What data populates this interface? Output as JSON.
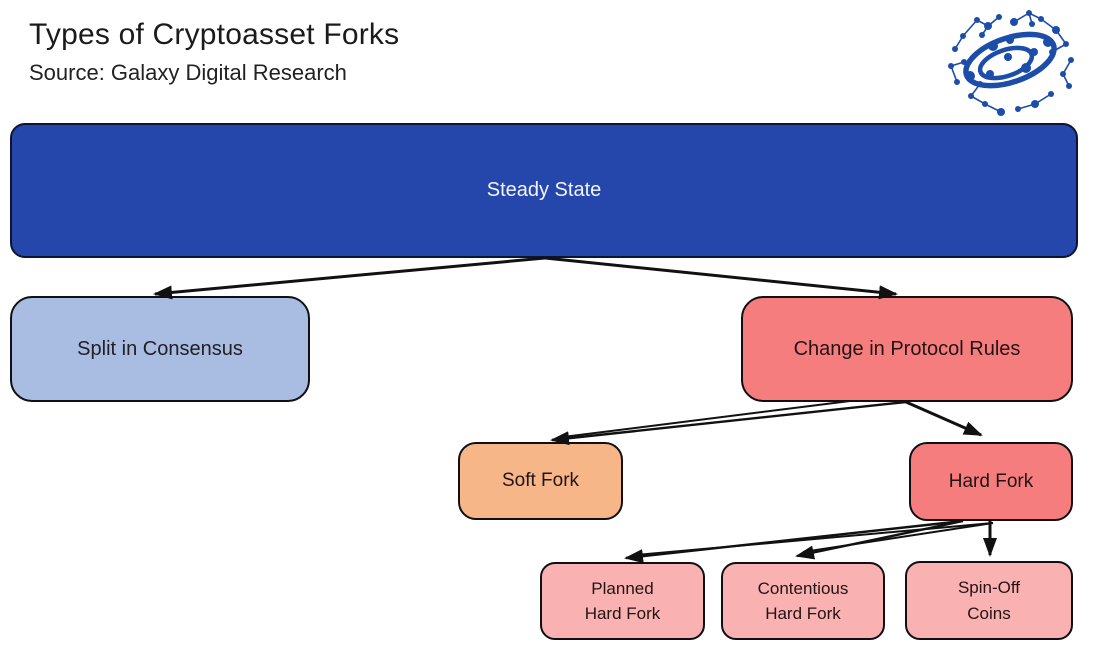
{
  "header": {
    "title": "Types of Cryptoasset Forks",
    "subtitle": "Source: Galaxy Digital Research",
    "logo": "galaxy-digital-network-globe-logo"
  },
  "palette": {
    "steady_state_blue": "#2547AC",
    "split_consensus_light_blue": "#A9BCE1",
    "protocol_rules_red": "#F67D7D",
    "soft_fork_orange": "#F6B687",
    "hard_fork_red": "#F67D7D",
    "leaf_pink": "#F9B1B1",
    "box_border": "#0F0F14",
    "steady_text": "#F2F5FD",
    "dark_text": "#231414",
    "logo_blue": "#1C4DA9",
    "arrow_black": "#111111"
  },
  "nodes": {
    "steady_state": {
      "label": "Steady State"
    },
    "split_in_consensus": {
      "label": "Split in Consensus"
    },
    "change_in_protocol_rules": {
      "label": "Change in Protocol Rules"
    },
    "soft_fork": {
      "label": "Soft Fork"
    },
    "hard_fork": {
      "label": "Hard Fork"
    },
    "planned_hard_fork": {
      "line1": "Planned",
      "line2": "Hard Fork"
    },
    "contentious_hard_fork": {
      "line1": "Contentious",
      "line2": "Hard Fork"
    },
    "spin_off_coins": {
      "line1": "Spin-Off",
      "line2": "Coins"
    }
  },
  "edges": [
    {
      "from": "steady_state",
      "to": "split_in_consensus"
    },
    {
      "from": "steady_state",
      "to": "change_in_protocol_rules"
    },
    {
      "from": "change_in_protocol_rules",
      "to": "soft_fork"
    },
    {
      "from": "change_in_protocol_rules",
      "to": "hard_fork"
    },
    {
      "from": "hard_fork",
      "to": "planned_hard_fork"
    },
    {
      "from": "hard_fork",
      "to": "contentious_hard_fork"
    },
    {
      "from": "hard_fork",
      "to": "spin_off_coins"
    }
  ]
}
